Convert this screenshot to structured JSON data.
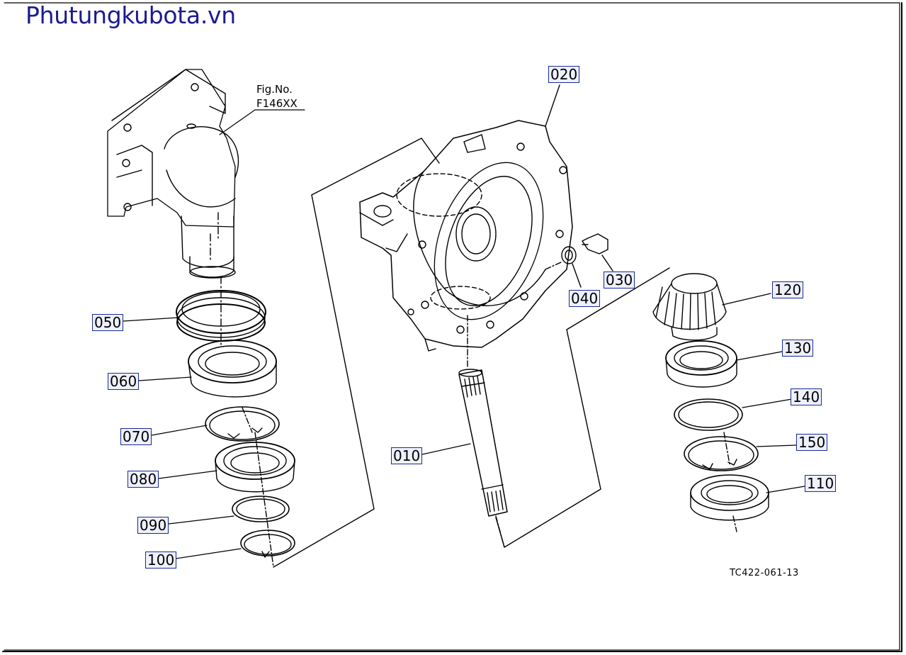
{
  "watermark": "Phutungkubota.vn",
  "figure_ref": {
    "line1": "Fig.No.",
    "line2": "F146XX"
  },
  "drawing_code": "TC422-061-13",
  "parts": {
    "p010": "010",
    "p020": "020",
    "p030": "030",
    "p040": "040",
    "p050": "050",
    "p060": "060",
    "p070": "070",
    "p080": "080",
    "p090": "090",
    "p100": "100",
    "p110": "110",
    "p120": "120",
    "p130": "130",
    "p140": "140",
    "p150": "150"
  },
  "colors": {
    "callout_border": "#1b2a9a",
    "callout_fill": "#eef0fb",
    "watermark": "#1b1b8f",
    "line": "#000000"
  }
}
